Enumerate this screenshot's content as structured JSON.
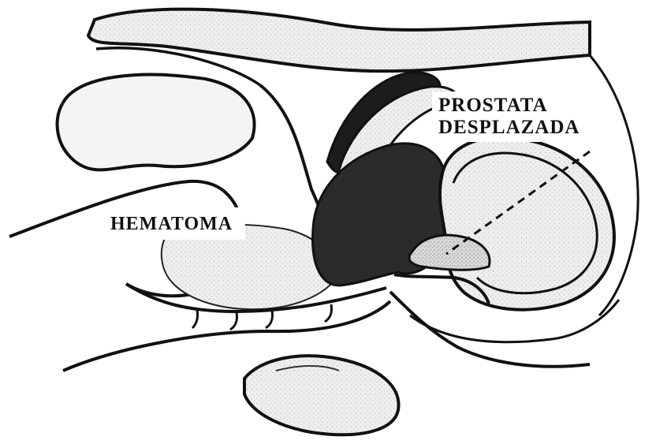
{
  "labels": {
    "hematoma": "HEMATOMA",
    "prostata_line1": "PROSTATA",
    "prostata_line2": "DESPLAZADA"
  },
  "colors": {
    "background": "#ffffff",
    "ink": "#111111",
    "tissue_shade": "#e6e6e6",
    "hematoma_fill": "#2b2b2b"
  }
}
